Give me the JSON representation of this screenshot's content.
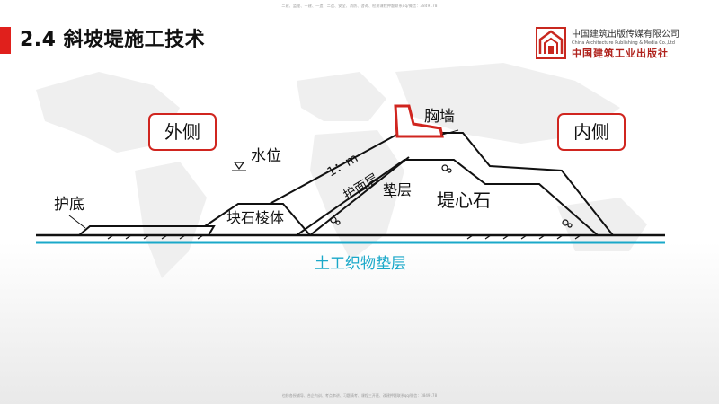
{
  "header": {
    "top_note": "二建、监理、一建、一造、二造、安全、消防、咨询、检测课程押题联系qq/微信：3849178",
    "title": "2.4 斜坡堤施工技术"
  },
  "logo": {
    "cn": "中国建筑出版传媒有限公司",
    "en": "China Architecture Publishing & Media Co.,Ltd",
    "calligraphy": "中国建筑工业出版社"
  },
  "diagram": {
    "outer_side": "外侧",
    "inner_side": "内侧",
    "water_level": "水位",
    "slope_ratio": "1：m",
    "parapet": "胸墙",
    "armor_layer": "护面层",
    "cushion_layer": "垫层",
    "core_stone": "堤心石",
    "toe_protection": "护底",
    "rock_prism": "块石棱体",
    "geotextile": "土工织物垫层"
  },
  "footer": {
    "bottom_note": "也移各授辅导、合企内训、考点串讲、习题精考、课程三开班、改建押题联系qq/微信：3849178"
  },
  "colors": {
    "accent_red": "#d0251f",
    "geotextile_cyan": "#1aa8c9"
  }
}
